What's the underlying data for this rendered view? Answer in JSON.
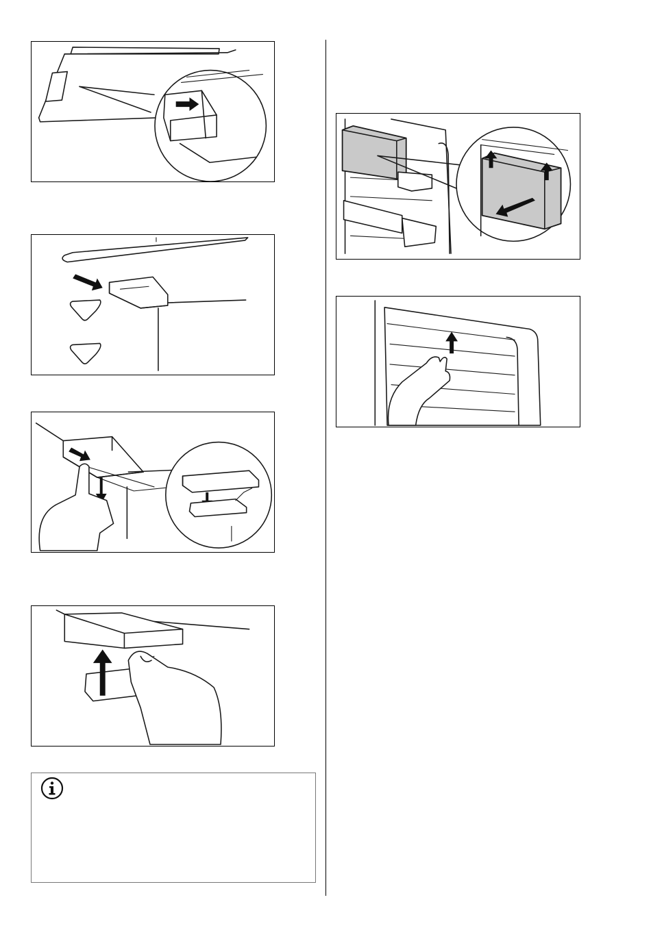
{
  "page": {
    "figures": [
      {
        "id": "fig-shelf-tray-insert",
        "position": "left-1"
      },
      {
        "id": "fig-filter-holder-clip",
        "position": "left-2"
      },
      {
        "id": "fig-filter-press-release",
        "position": "left-3"
      },
      {
        "id": "fig-filter-lift-in",
        "position": "left-4"
      },
      {
        "id": "fig-door-bin-lift-out",
        "position": "right-1"
      },
      {
        "id": "fig-door-panel-slide-up",
        "position": "right-2"
      }
    ],
    "info_note": {
      "icon": "info-icon",
      "text": ""
    }
  }
}
